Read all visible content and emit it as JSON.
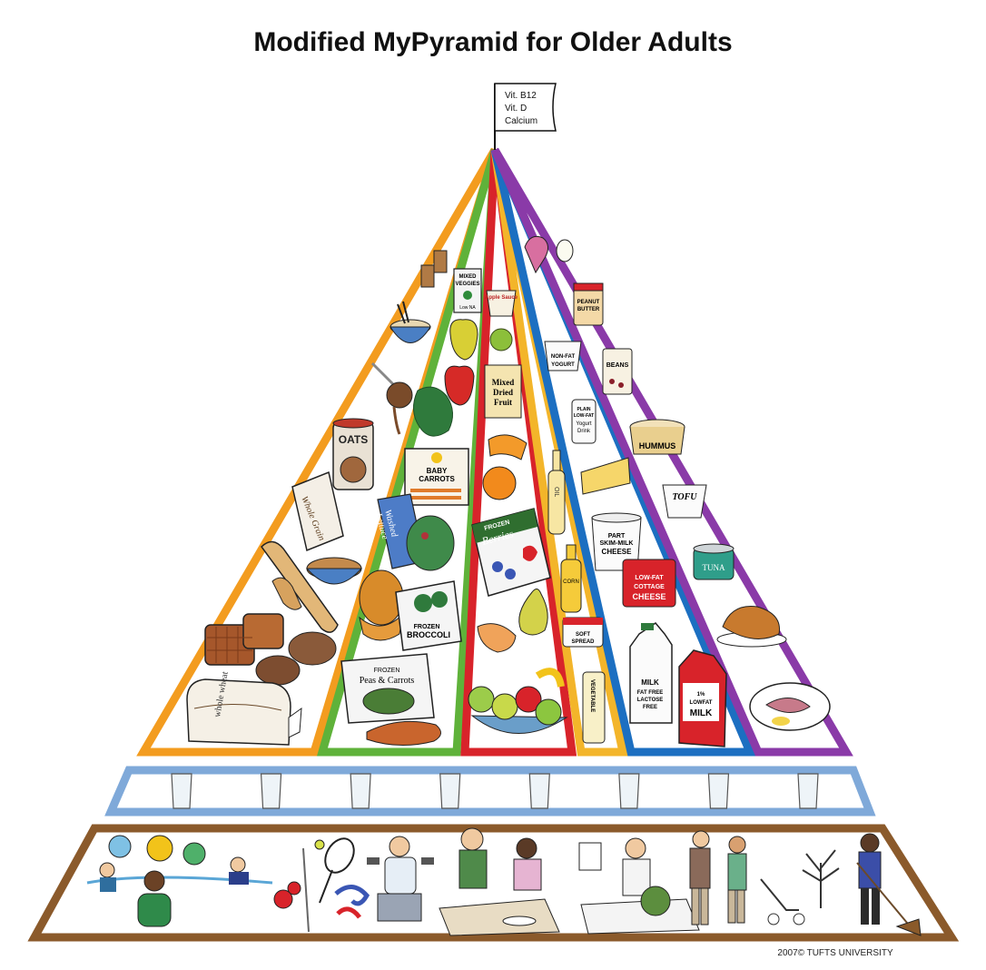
{
  "title": "Modified MyPyramid for Older Adults",
  "flag": {
    "lines": [
      "Vit. B12",
      "Vit. D",
      "Calcium"
    ]
  },
  "copyright": "2007© TUFTS UNIVERSITY",
  "colors": {
    "grains": "#f39c1f",
    "vegetables": "#5fb23a",
    "fruits": "#d8232a",
    "oils": "#f3b52a",
    "milk": "#1c6fc1",
    "meat_beans": "#8a3aa8",
    "water_band": "#7fa9d9",
    "activity_band": "#8b5a2b"
  },
  "labels": {
    "oats": "OATS",
    "whole_grain": "Whole Grain",
    "whole_wheat": "whole wheat",
    "mixed_veggies": [
      "MIXED",
      "VEGGIES",
      "Low NA"
    ],
    "baby_carrots": [
      "BABY",
      "CARROTS"
    ],
    "washed_lettuce": [
      "Washed",
      "Lettuce"
    ],
    "frozen_broccoli": [
      "FROZEN",
      "BROCCOLI"
    ],
    "frozen_peas": [
      "FROZEN",
      "Peas & Carrots"
    ],
    "apple_sauce": "Apple Sauce",
    "mixed_dried_fruit": [
      "Mixed",
      "Dried",
      "Fruit"
    ],
    "frozen_berries": [
      "FROZEN",
      "Berries"
    ],
    "oil": "OIL",
    "corn": "CORN",
    "soft_spread": [
      "SOFT",
      "SPREAD"
    ],
    "vegetable": "VEGETABLE",
    "non_fat_yogurt": [
      "NON-FAT",
      "YOGURT"
    ],
    "yogurt_drink": [
      "PLAIN",
      "LOW-FAT",
      "Yogurt",
      "Drink"
    ],
    "part_skim_cheese": [
      "PART",
      "SKIM-MILK",
      "CHEESE"
    ],
    "cottage_cheese": [
      "LOW-FAT",
      "COTTAGE",
      "CHEESE"
    ],
    "milk_jug": [
      "MILK",
      "FAT FREE",
      "LACTOSE",
      "FREE"
    ],
    "lowfat_milk": [
      "1%",
      "LOWFAT",
      "MILK"
    ],
    "peanut_butter": [
      "PEANUT",
      "BUTTER"
    ],
    "beans": "BEANS",
    "hummus": "HUMMUS",
    "tofu": "TOFU",
    "tuna": "TUNA"
  },
  "water_glasses": 8
}
